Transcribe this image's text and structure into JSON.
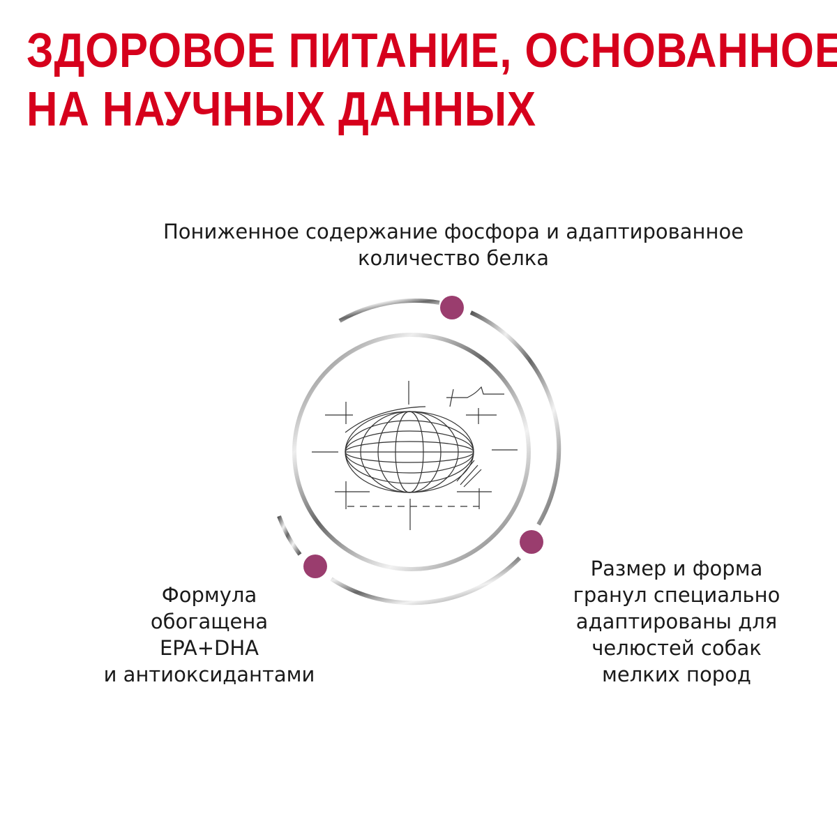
{
  "title": {
    "line1": "ЗДОРОВОЕ ПИТАНИЕ, ОСНОВАННОЕ",
    "line2": "НА НАУЧНЫХ ДАННЫХ"
  },
  "benefits": [
    {
      "lines": [
        "Пониженное содержание фосфора и адаптированное",
        "количество белка"
      ]
    },
    {
      "lines": [
        "Формула",
        "обогащена",
        "EPA+DHA",
        "и антиоксидантами"
      ]
    },
    {
      "lines": [
        "Размер и форма",
        "гранул специально",
        "адаптированы для",
        "челюстей собак",
        "мелких пород"
      ]
    }
  ],
  "colors": {
    "title": "#d6001c",
    "dot": "#9a3d6e",
    "ring": "#6e6e6e"
  },
  "icons": [
    "kibble-sketch-icon"
  ]
}
